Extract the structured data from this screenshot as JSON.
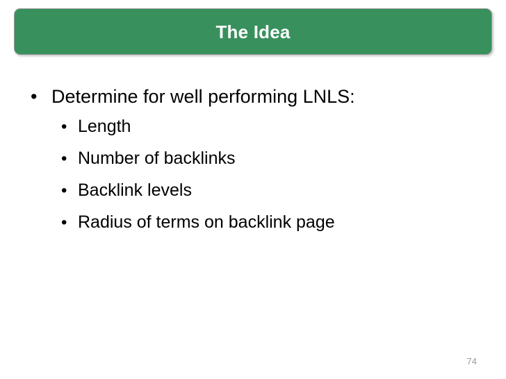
{
  "slide": {
    "title": "The Idea",
    "background_color": "#ffffff",
    "title_bar_color": "#38905d",
    "title_text_color": "#ffffff",
    "body_text_color": "#000000",
    "page_number_color": "#9d9d9d",
    "bullet_glyph": "•",
    "content": [
      {
        "level": 1,
        "text": "Determine for well performing LNLS:"
      },
      {
        "level": 2,
        "text": "Length"
      },
      {
        "level": 2,
        "text": "Number of backlinks"
      },
      {
        "level": 2,
        "text": "Backlink levels"
      },
      {
        "level": 2,
        "text": "Radius of terms on backlink page"
      }
    ],
    "page_number": "74"
  }
}
